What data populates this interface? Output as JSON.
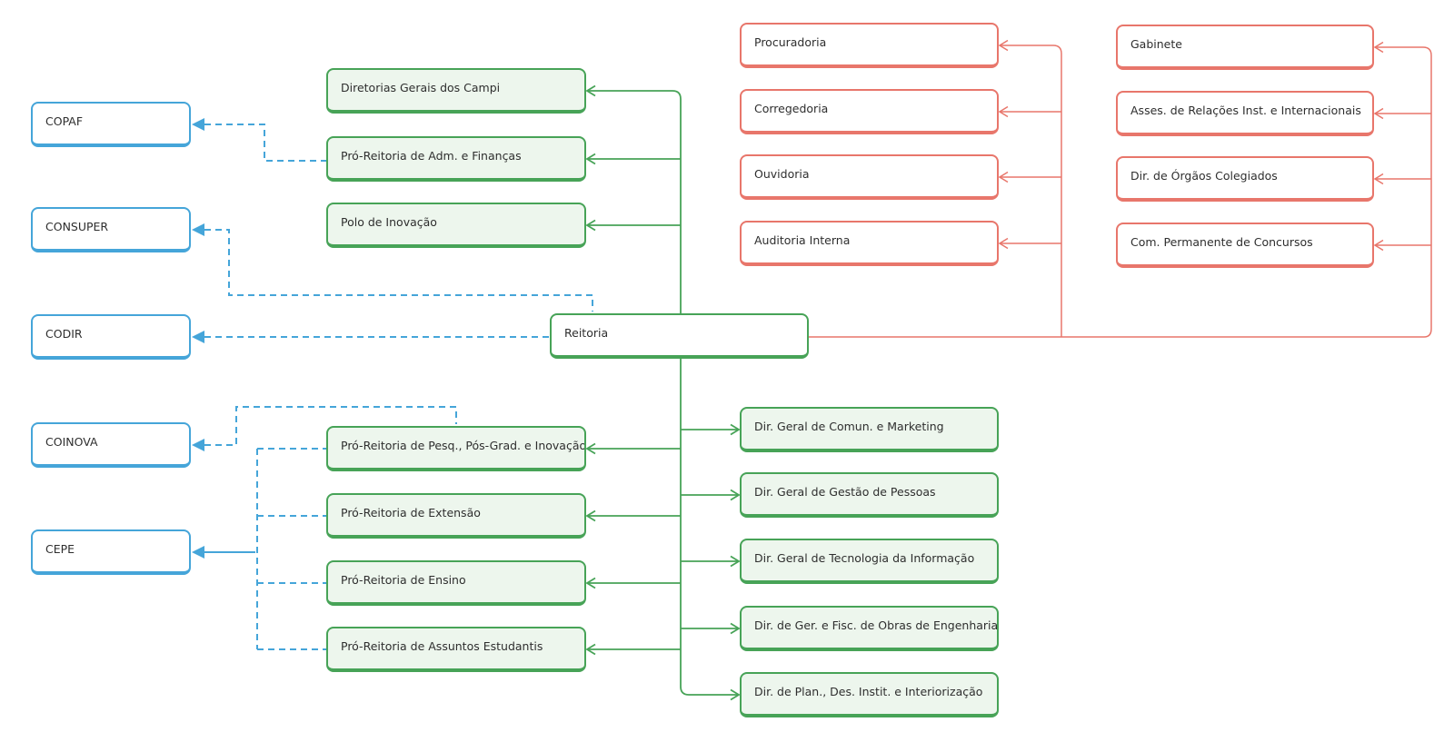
{
  "colors": {
    "blue": "#45a5d9",
    "green": "#47a357",
    "green_fill": "#edf6ed",
    "red": "#e8766b",
    "text": "#2e2e2e",
    "background": "#ffffff"
  },
  "root": {
    "label": "Reitoria"
  },
  "councils": [
    {
      "label": "COPAF"
    },
    {
      "label": "CONSUPER"
    },
    {
      "label": "CODIR"
    },
    {
      "label": "COINOVA"
    },
    {
      "label": "CEPE"
    }
  ],
  "executive_units": [
    {
      "label": "Diretorias Gerais dos Campi"
    },
    {
      "label": "Pró-Reitoria de Adm. e Finanças"
    },
    {
      "label": "Polo de Inovação"
    }
  ],
  "pro_reitorias": [
    {
      "label": "Pró-Reitoria de Pesq., Pós-Grad. e Inovação"
    },
    {
      "label": "Pró-Reitoria de Extensão"
    },
    {
      "label": "Pró-Reitoria de Ensino"
    },
    {
      "label": "Pró-Reitoria de Assuntos Estudantis"
    }
  ],
  "directorates": [
    {
      "label": "Dir. Geral de Comun. e Marketing"
    },
    {
      "label": "Dir. Geral de Gestão de Pessoas"
    },
    {
      "label": "Dir. Geral de Tecnologia da Informação"
    },
    {
      "label": "Dir. de Ger. e Fisc. de Obras de Engenharia"
    },
    {
      "label": "Dir. de Plan., Des. Instit. e Interiorização"
    }
  ],
  "advisory_left_column": [
    {
      "label": "Procuradoria"
    },
    {
      "label": "Corregedoria"
    },
    {
      "label": "Ouvidoria"
    },
    {
      "label": "Auditoria Interna"
    }
  ],
  "advisory_right_column": [
    {
      "label": "Gabinete"
    },
    {
      "label": "Asses. de Relações Inst. e Internacionais"
    },
    {
      "label": "Dir. de Órgãos Colegiados"
    },
    {
      "label": "Com. Permanente de Concursos"
    }
  ]
}
